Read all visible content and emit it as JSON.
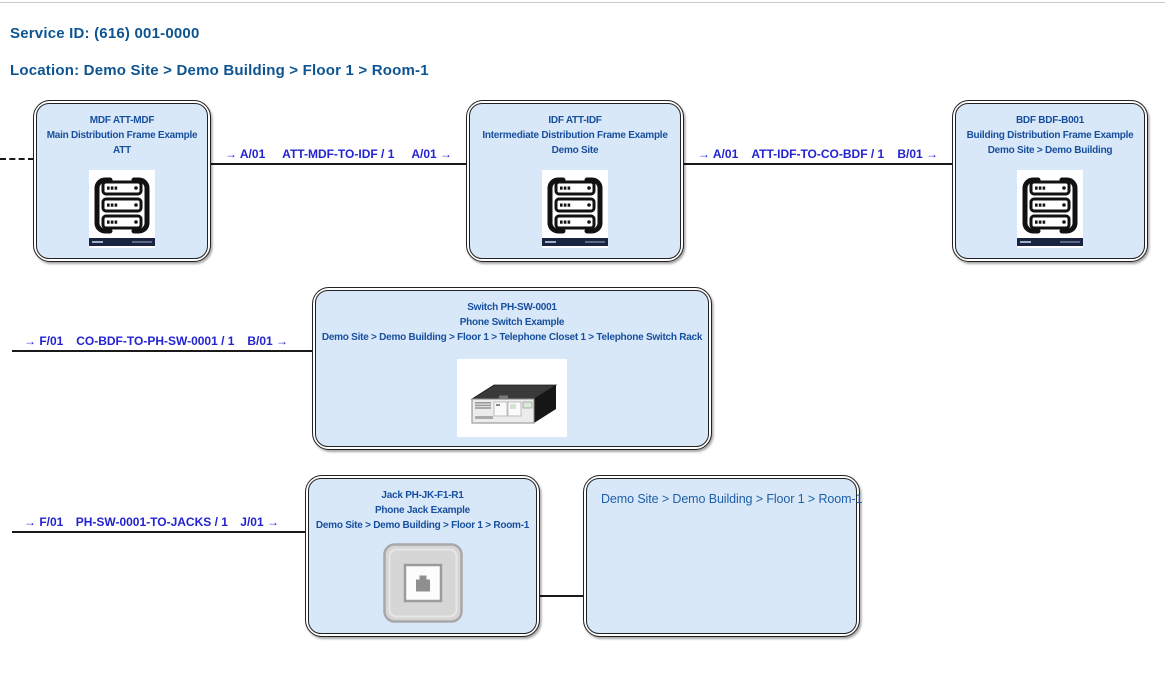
{
  "header": {
    "service_id": "Service ID: (616) 001-0000",
    "location": "Location: Demo Site > Demo Building > Floor 1 > Room-1"
  },
  "colors": {
    "header_text": "#0d5491",
    "node_fill": "#d9e8f8",
    "node_border": "#222222",
    "node_text": "#174f9e",
    "connection_text": "#2323d1",
    "line": "#1a1a1a"
  },
  "nodes": [
    {
      "type": "MDF",
      "title": "MDF ATT-MDF",
      "subtitle": "Main Distribution Frame Example",
      "location": "ATT",
      "icon": "rack-icon"
    },
    {
      "type": "IDF",
      "title": "IDF ATT-IDF",
      "subtitle": "Intermediate Distribution Frame Example",
      "location": "Demo Site",
      "icon": "rack-icon"
    },
    {
      "type": "BDF",
      "title": "BDF BDF-B001",
      "subtitle": "Building Distribution Frame Example",
      "location": "Demo Site > Demo Building",
      "icon": "rack-icon"
    },
    {
      "type": "Switch",
      "title": "Switch PH-SW-0001",
      "subtitle": "Phone Switch Example",
      "location": "Demo Site > Demo Building > Floor 1 > Telephone Closet 1 > Telephone Switch Rack",
      "icon": "switch-icon"
    },
    {
      "type": "Jack",
      "title": "Jack PH-JK-F1-R1",
      "subtitle": "Phone Jack Example",
      "location": "Demo Site > Demo Building > Floor 1 > Room-1",
      "icon": "jack-icon"
    },
    {
      "type": "Room",
      "title": "Demo Site > Demo Building > Floor 1 > Room-1",
      "icon": ""
    }
  ],
  "connections": [
    {
      "from_port": "→ A/01",
      "circuit": "ATT-MDF-TO-IDF / 1",
      "to_port": "A/01 →"
    },
    {
      "from_port": "→ A/01",
      "circuit": "ATT-IDF-TO-CO-BDF / 1",
      "to_port": "B/01 →"
    },
    {
      "from_port": "→ F/01",
      "circuit": "CO-BDF-TO-PH-SW-0001 / 1",
      "to_port": "B/01 →"
    },
    {
      "from_port": "→ F/01",
      "circuit": "PH-SW-0001-TO-JACKS / 1",
      "to_port": "J/01 →"
    }
  ]
}
